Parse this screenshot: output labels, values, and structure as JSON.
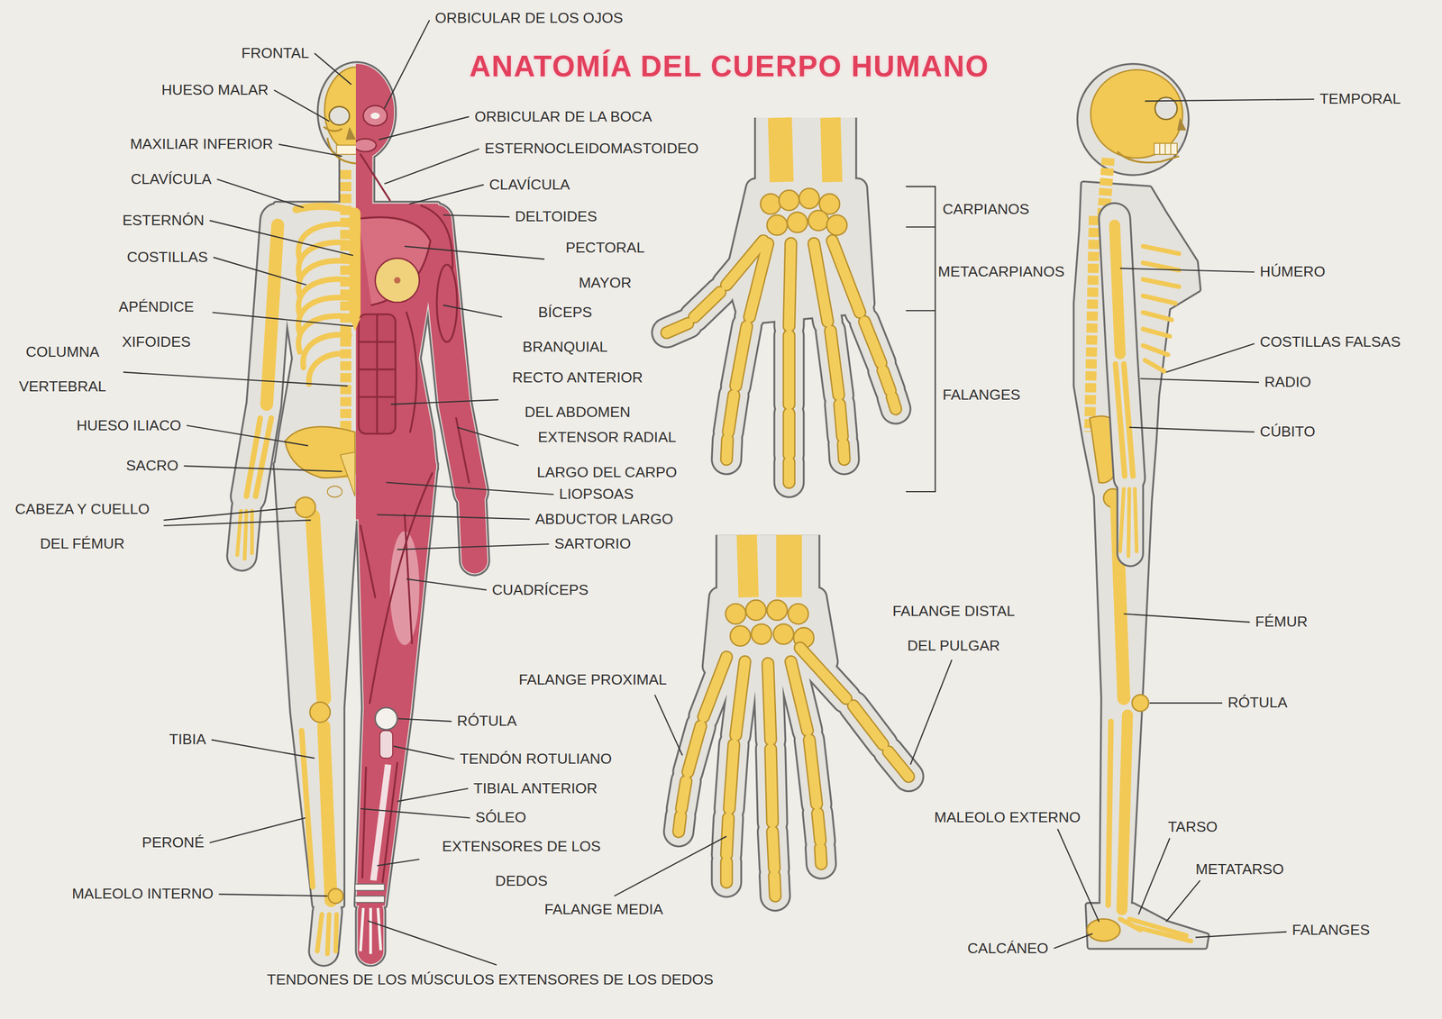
{
  "diagram": {
    "title": "ANATOMÍA DEL CUERPO HUMANO",
    "labels": [
      "ORBICULAR DE LOS OJOS",
      "FRONTAL",
      "HUESO MALAR",
      "ORBICULAR DE LA BOCA",
      "MAXILIAR INFERIOR",
      "ESTERNOCLEIDOMASTOIDEO",
      "CLAVÍCULA",
      "CLAVÍCULA",
      "DELTOIDES",
      "ESTERNÓN",
      "PECTORAL MAYOR",
      "COSTILLAS",
      "BÍCEPS BRANQUIAL",
      "APÉNDICE XIFOIDES",
      "COLUMNA VERTEBRAL",
      "RECTO ANTERIOR DEL ABDOMEN",
      "HUESO ILIACO",
      "EXTENSOR RADIAL LARGO DEL CARPO",
      "SACRO",
      "LIOPSOAS",
      "CABEZA Y CUELLO DEL FÉMUR",
      "ABDUCTOR LARGO",
      "SARTORIO",
      "CUADRÍCEPS",
      "RÓTULA",
      "TIBIA",
      "TENDÓN ROTULIANO",
      "TIBIAL ANTERIOR",
      "SÓLEO",
      "PERONÉ",
      "EXTENSORES DE LOS DEDOS",
      "MALEOLO INTERNO",
      "TENDONES DE LOS MÚSCULOS EXTENSORES DE LOS DEDOS",
      "CARPIANOS",
      "METACARPIANOS",
      "FALANGES",
      "FALANGE DISTAL DEL PULGAR",
      "FALANGE PROXIMAL",
      "FALANGE MEDIA",
      "TEMPORAL",
      "HÚMERO",
      "COSTILLAS FALSAS",
      "RADIO",
      "CÚBITO",
      "FÉMUR",
      "RÓTULA",
      "MALEOLO EXTERNO",
      "TARSO",
      "METATARSO",
      "CALCÁNEO",
      "FALANGES"
    ]
  }
}
